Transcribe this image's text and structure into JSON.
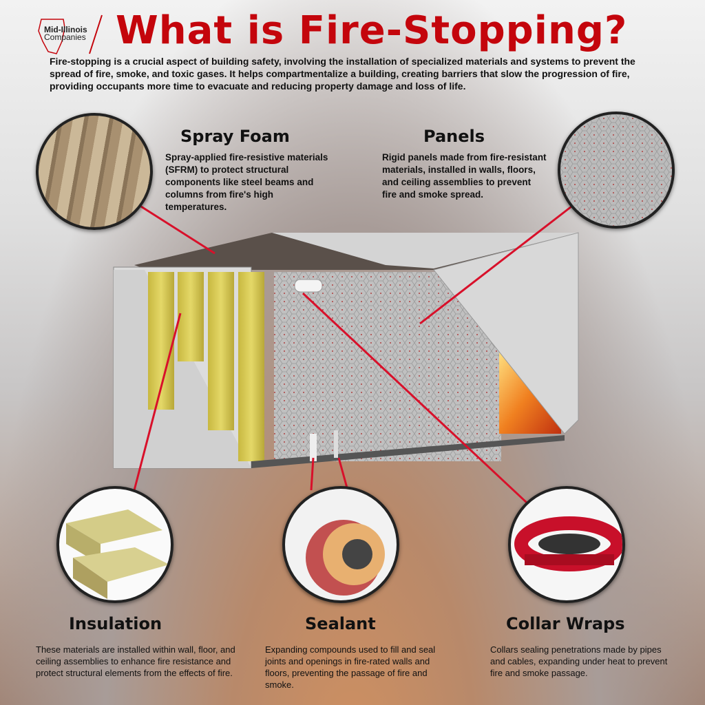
{
  "logo": {
    "line1": "Mid-Illinois",
    "line2": "Companies"
  },
  "title": "What is Fire-Stopping?",
  "intro": "Fire-stopping is a crucial aspect of building safety, involving the installation of specialized materials and systems to prevent the spread of fire, smoke, and toxic gases. It helps compartmentalize a building, creating barriers that slow the progression of fire, providing occupants more time to evacuate and reducing property damage and loss of life.",
  "sections": [
    {
      "title": "Spray Foam",
      "text": "Spray-applied fire-resistive materials (SFRM) to protect structural components like steel beams and columns from fire's high temperatures."
    },
    {
      "title": "Panels",
      "text": "Rigid panels made from fire-resistant materials, installed in walls, floors, and ceiling assemblies to prevent fire and smoke spread."
    },
    {
      "title": "Insulation",
      "text": "These materials are installed within wall, floor, and ceiling assemblies to enhance fire resistance and protect structural elements from the effects of fire."
    },
    {
      "title": "Sealant",
      "text": "Expanding compounds used to fill and seal joints and openings in fire-rated walls and floors, preventing the passage of fire and smoke."
    },
    {
      "title": "Collar Wraps",
      "text": "Collars sealing penetrations made by pipes and cables, expanding under heat to prevent fire and smoke passage."
    }
  ],
  "colors": {
    "brand_red": "#c4050c",
    "pointer_red": "#d8102a"
  }
}
